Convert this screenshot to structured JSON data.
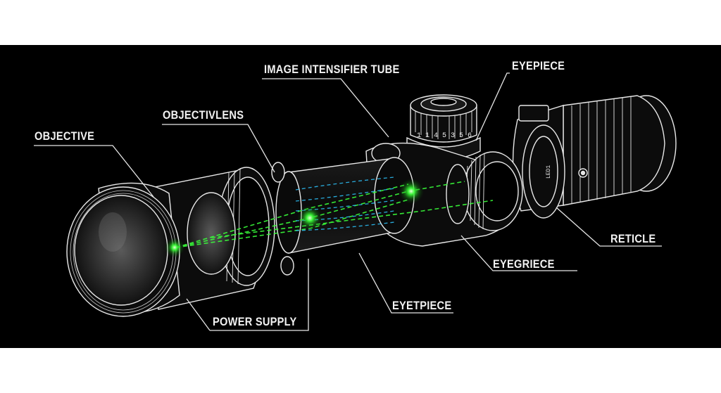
{
  "labels": {
    "objective": "OBJECTIVE",
    "objectivlens": "OBJECTIVLENS",
    "image_intensifier_tube": "IMAGE INTENSIFIER TUBE",
    "eyepiece_top": "EYEPIECE",
    "reticle": "RETICLE",
    "eyegriece": "EYEGRIECE",
    "eyetpiece": "EYETPIECE",
    "power_supply": "POWER SUPPLY"
  },
  "turret_scale": "1 1 4 5 3 5 6",
  "side_marking": "LED1",
  "colors": {
    "background": "#000000",
    "outline": "#e8e8e8",
    "beam": "#39ff3a",
    "flow": "#2ec6ff"
  }
}
